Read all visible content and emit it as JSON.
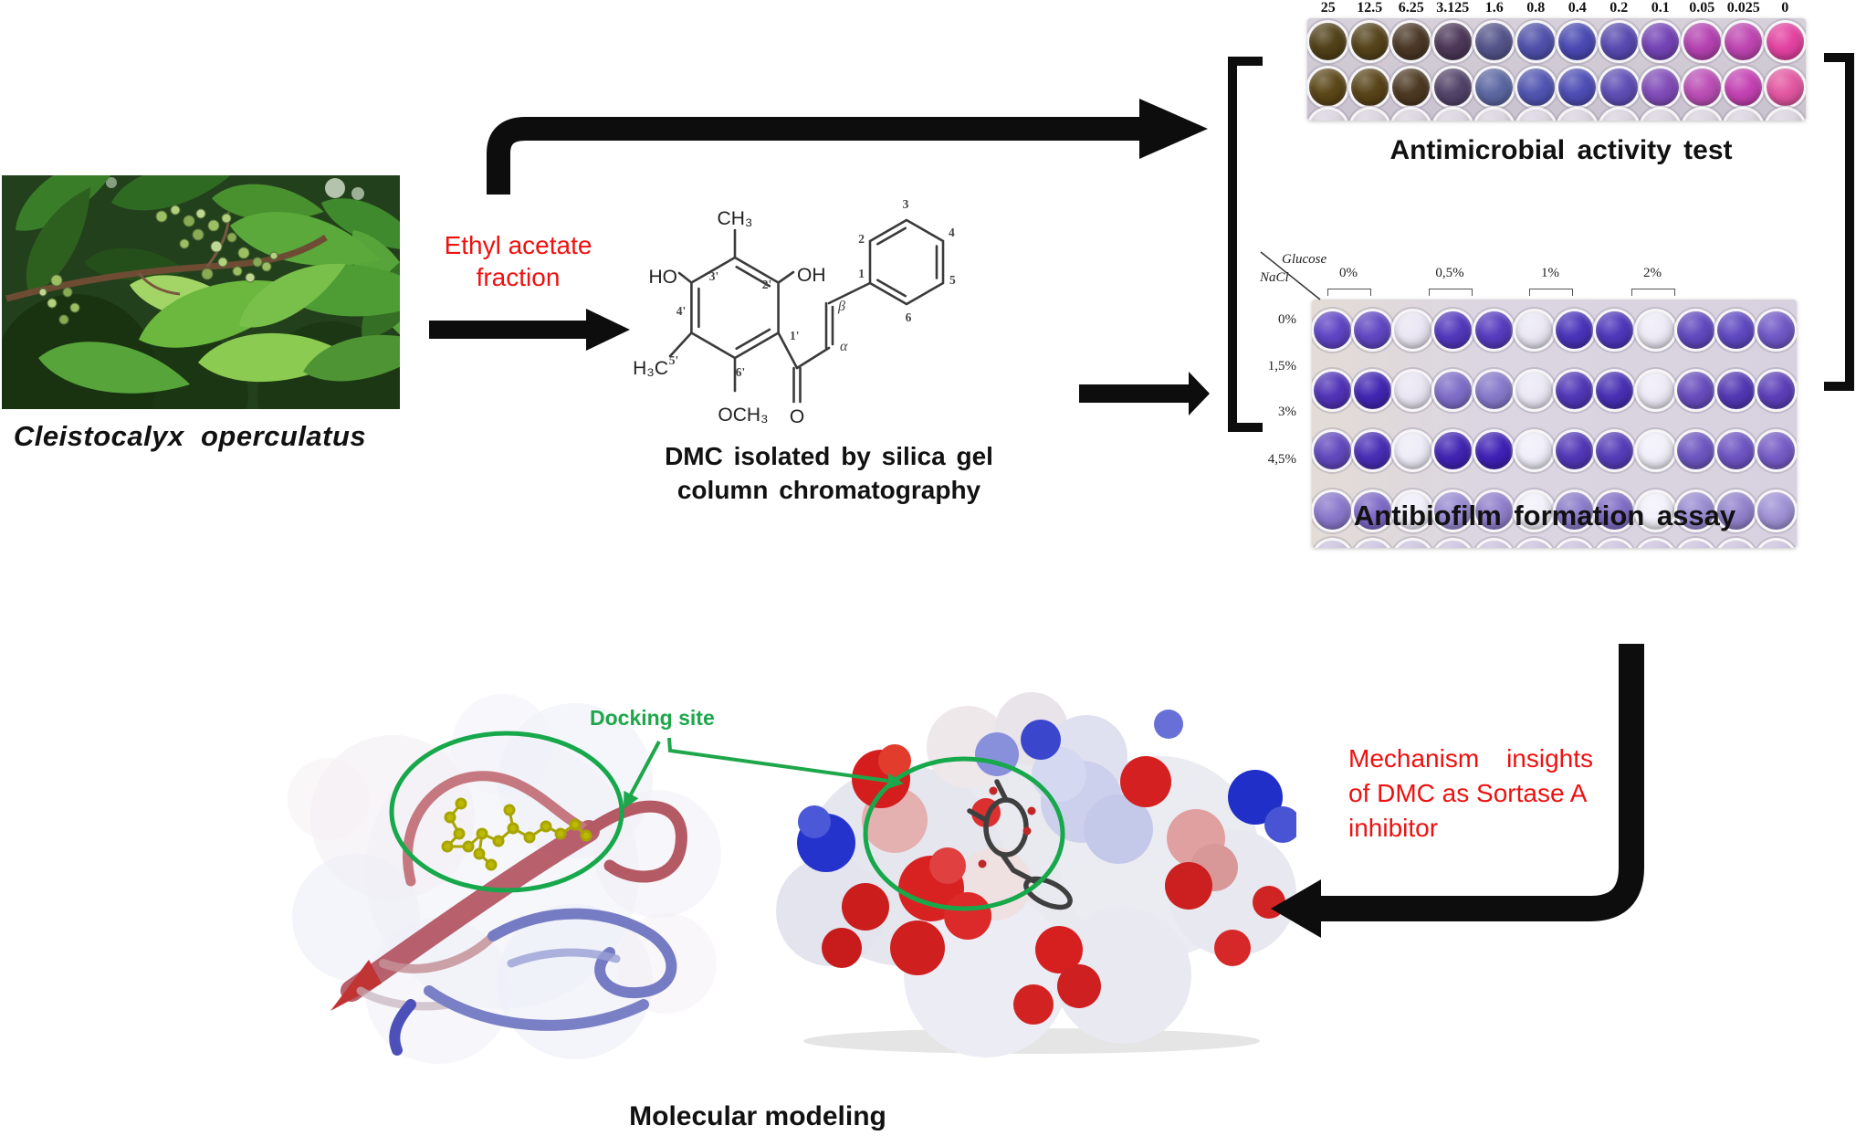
{
  "colors": {
    "accent_red": "#ee1111",
    "annotation_green": "#1ea64a",
    "arrow_black": "#0d0d0d"
  },
  "plant": {
    "caption": "Cleistocalyx  operculatus"
  },
  "flow": {
    "ethyl_line1": "Ethyl acetate",
    "ethyl_line2": "fraction"
  },
  "structure": {
    "caption_line1": "DMC isolated by silica gel",
    "caption_line2": "column chromatography",
    "labels": {
      "ch3": "CH₃",
      "ho": "HO",
      "oh": "OH",
      "h3c": "H₃C",
      "och3": "OCH₃",
      "o": "O",
      "alpha": "α",
      "beta": "β",
      "r1": "1'",
      "r2": "2'",
      "r3": "3'",
      "r4": "4'",
      "r5": "5'",
      "r6": "6'",
      "p1": "1",
      "p2": "2",
      "p3": "3",
      "p4": "4",
      "p5": "5",
      "p6": "6"
    }
  },
  "antimicrobial": {
    "title": "Antimicrobial activity test",
    "concentrations": [
      "25",
      "12.5",
      "6.25",
      "3.125",
      "1.6",
      "0.8",
      "0.4",
      "0.2",
      "0.1",
      "0.05",
      "0.025",
      "0"
    ],
    "well_rows": [
      [
        "#4a3a10",
        "#4e3c12",
        "#44301e",
        "#463052",
        "#4f4e86",
        "#4a4aa8",
        "#4343b0",
        "#5244ae",
        "#6f3db2",
        "#b23cae",
        "#bc3fae",
        "#e23c9e"
      ],
      [
        "#55400f",
        "#523d10",
        "#46321a",
        "#4c3c64",
        "#56629e",
        "#4b4fae",
        "#4747b2",
        "#5a48b2",
        "#7c46b6",
        "#b848b2",
        "#c23bb0",
        "#e2519e"
      ]
    ],
    "partial_row_color": "#d8d2de"
  },
  "antibiofilm": {
    "title": "Antibiofilm formation assay",
    "axis_top": "Glucose",
    "axis_left": "NaCl",
    "glucose_levels": [
      "0%",
      "0,5%",
      "1%",
      "2%"
    ],
    "nacl_levels": [
      "0%",
      "1,5%",
      "3%",
      "4,5%"
    ],
    "well_rows": [
      [
        "#5a3ec2",
        "#5b40c0",
        "#e9e5f3",
        "#4c31ba",
        "#5134bc",
        "#eae7f4",
        "#432cb6",
        "#4830b8",
        "#edeaf6",
        "#5b42bc",
        "#5942be",
        "#6b52c4"
      ],
      [
        "#4a2cb4",
        "#3a1eae",
        "#e9e5f3",
        "#7a68c6",
        "#8274c8",
        "#ebe8f5",
        "#4a30b4",
        "#4128b0",
        "#edeaf6",
        "#6246ba",
        "#4c30b0",
        "#5638b6"
      ],
      [
        "#5c42ba",
        "#4226b2",
        "#edebf7",
        "#3a1cb0",
        "#3819b2",
        "#f0eef9",
        "#4c30b4",
        "#5036b6",
        "#f1eff9",
        "#6850be",
        "#684ec0",
        "#7156c4"
      ],
      [
        "#8674ca",
        "#7a64c6",
        "#f0eef9",
        "#9586d0",
        "#8c7aca",
        "#f2f0fa",
        "#8878c8",
        "#7c68c4",
        "#f2f0fa",
        "#9688d0",
        "#8e7eca",
        "#9c8ed4"
      ]
    ],
    "partial_row_color": "#c9c0de"
  },
  "mechanism": {
    "line1a": "Mechanism",
    "line1b": "insights",
    "line2": "of DMC as Sortase A",
    "line3": "inhibitor"
  },
  "modeling": {
    "docking_label": "Docking site",
    "caption": "Molecular modeling"
  }
}
